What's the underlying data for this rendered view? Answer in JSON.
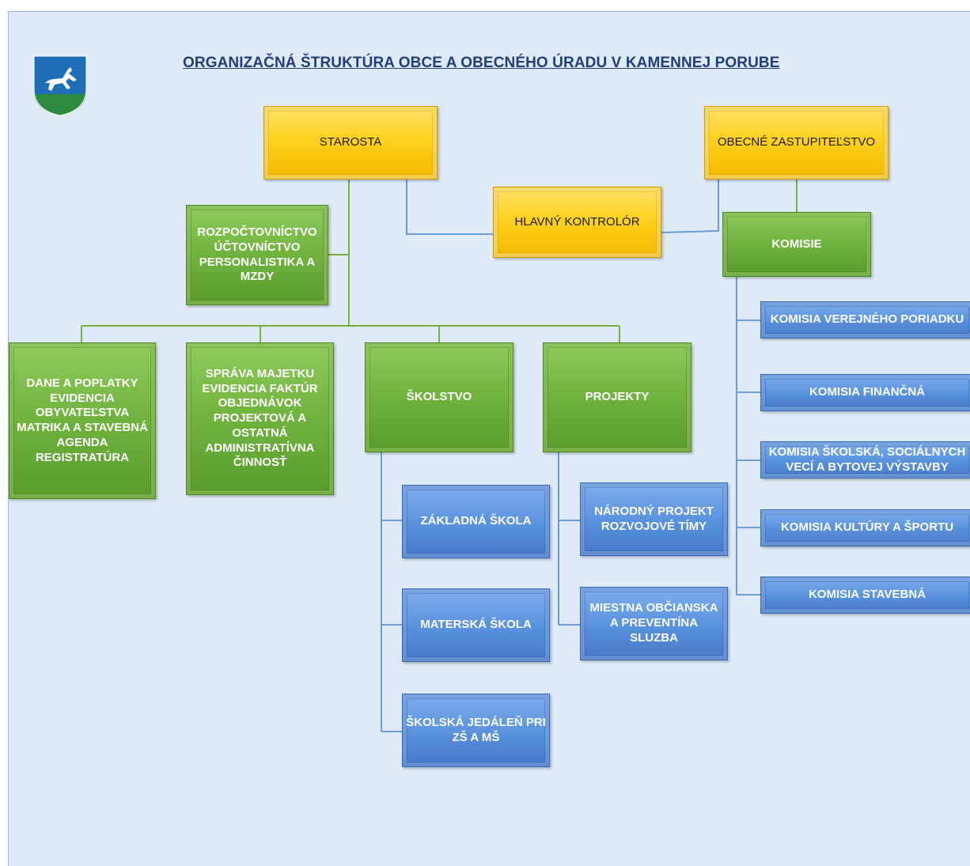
{
  "title": "ORGANIZAČNÁ ŠTRUKTÚRA OBCE A OBECNÉHO ÚRADU V KAMENNEJ PORUBE",
  "colors": {
    "page_bg": "#deeaf7",
    "yellow": "#ffd21f",
    "green": "#70b23e",
    "blue": "#5b93df",
    "title": "#1f3f7a",
    "connector_green": "#72b043",
    "connector_blue": "#5b93df"
  },
  "nodes": {
    "starosta": "STAROSTA",
    "zastupitelstvo": "OBECNÉ ZASTUPITEĽSTVO",
    "kontrolor": "HLAVNÝ KONTROLÓR",
    "rozpoctovnictvo": "ROZPOČTOVNÍCTVO\nÚČTOVNÍCTVO\nPERSONALISTIKA A\nMZDY",
    "komisie": "KOMISIE",
    "dane": "DANE A POPLATKY\nEVIDENCIA\nOBYVATEĽSTVA\nMATRIKA A STAVEBNÁ\nAGENDA\nREGISTRATÚRA",
    "sprava": "SPRÁVA MAJETKU\nEVIDENCIA FAKTÚR\nOBJEDNÁVOK\nPROJEKTOVÁ A\nOSTATNÁ\nADMINISTRATÍVNA\nČINNOSŤ",
    "skolstvo": "ŠKOLSTVO",
    "projekty": "PROJEKTY",
    "zakladna_skola": "ZÁKLADNÁ ŠKOLA",
    "materska_skola": "MATERSKÁ ŠKOLA",
    "jedalen": "ŠKOLSKÁ JEDÁLEŇ PRI\nZŠ A MŠ",
    "narodny_projekt": "NÁRODNÝ PROJEKT\nROZVOJOVÉ TÍMY",
    "obcianska_sluzba": "MIESTNA OBČIANSKA\nA PREVENTÍNA\nSLUZBA",
    "komisia_poriadku": "KOMISIA VEREJNÉHO PORIADKU",
    "komisia_financna": "KOMISIA FINANČNÁ",
    "komisia_skolska": "KOMISIA ŠKOLSKÁ, SOCIÁLNYCH\nVECÍ A BYTOVEJ VÝSTAVBY",
    "komisia_kultury": "KOMISIA KULTÚRY A ŠPORTU",
    "komisia_stavebna": "KOMISIA STAVEBNÁ"
  }
}
